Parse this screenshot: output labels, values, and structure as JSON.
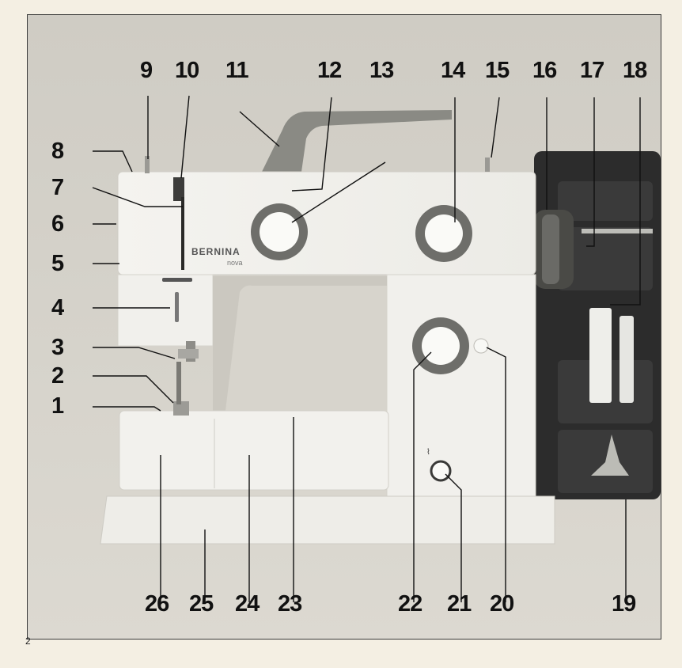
{
  "figure": {
    "brand_label": "BERNINA",
    "model_label": "nova",
    "callouts": [
      "1",
      "2",
      "3",
      "4",
      "5",
      "6",
      "7",
      "8",
      "9",
      "10",
      "11",
      "12",
      "13",
      "14",
      "15",
      "16",
      "17",
      "18",
      "19",
      "20",
      "21",
      "22",
      "23",
      "24",
      "25",
      "26"
    ]
  },
  "page_number": "2"
}
